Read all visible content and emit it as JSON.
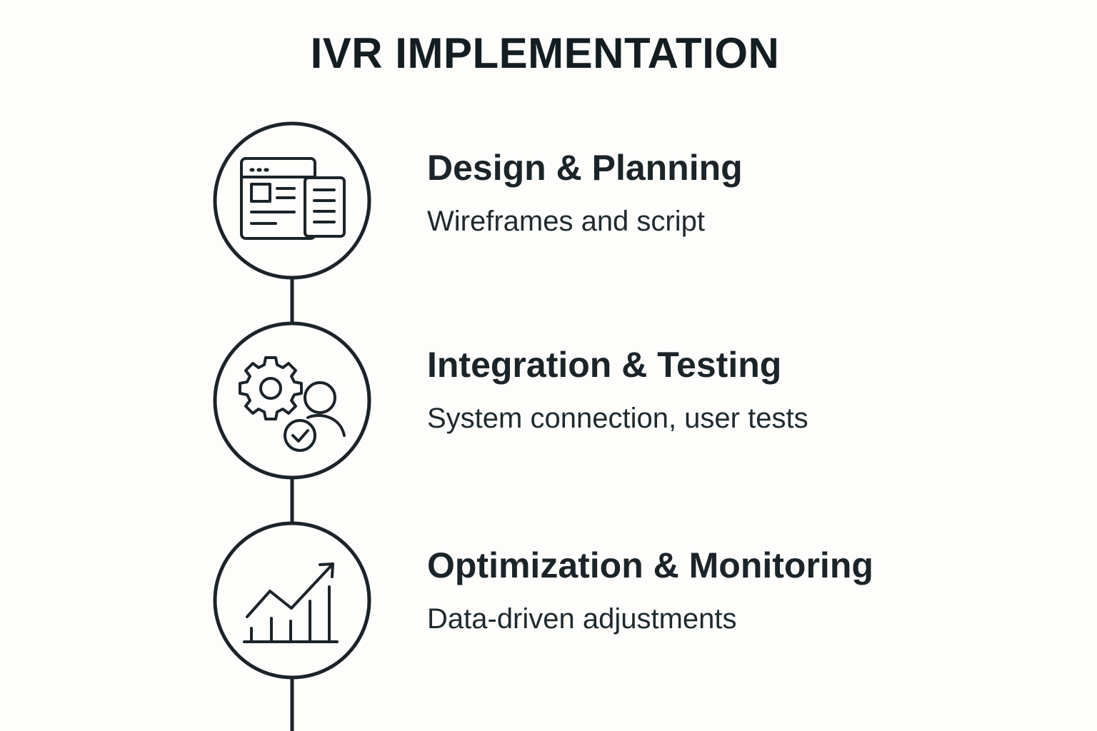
{
  "title": "IVR IMPLEMENTATION",
  "colors": {
    "ink": "#1b2428",
    "background": "#fdfdfc"
  },
  "steps": [
    {
      "title": "Design & Planning",
      "description": "Wireframes and script",
      "icon": "wireframe-documents-icon"
    },
    {
      "title": "Integration & Testing",
      "description": "System connection, user tests",
      "icon": "gear-user-check-icon"
    },
    {
      "title": "Optimization & Monitoring",
      "description": "Data-driven adjustments",
      "icon": "growth-chart-icon"
    }
  ]
}
